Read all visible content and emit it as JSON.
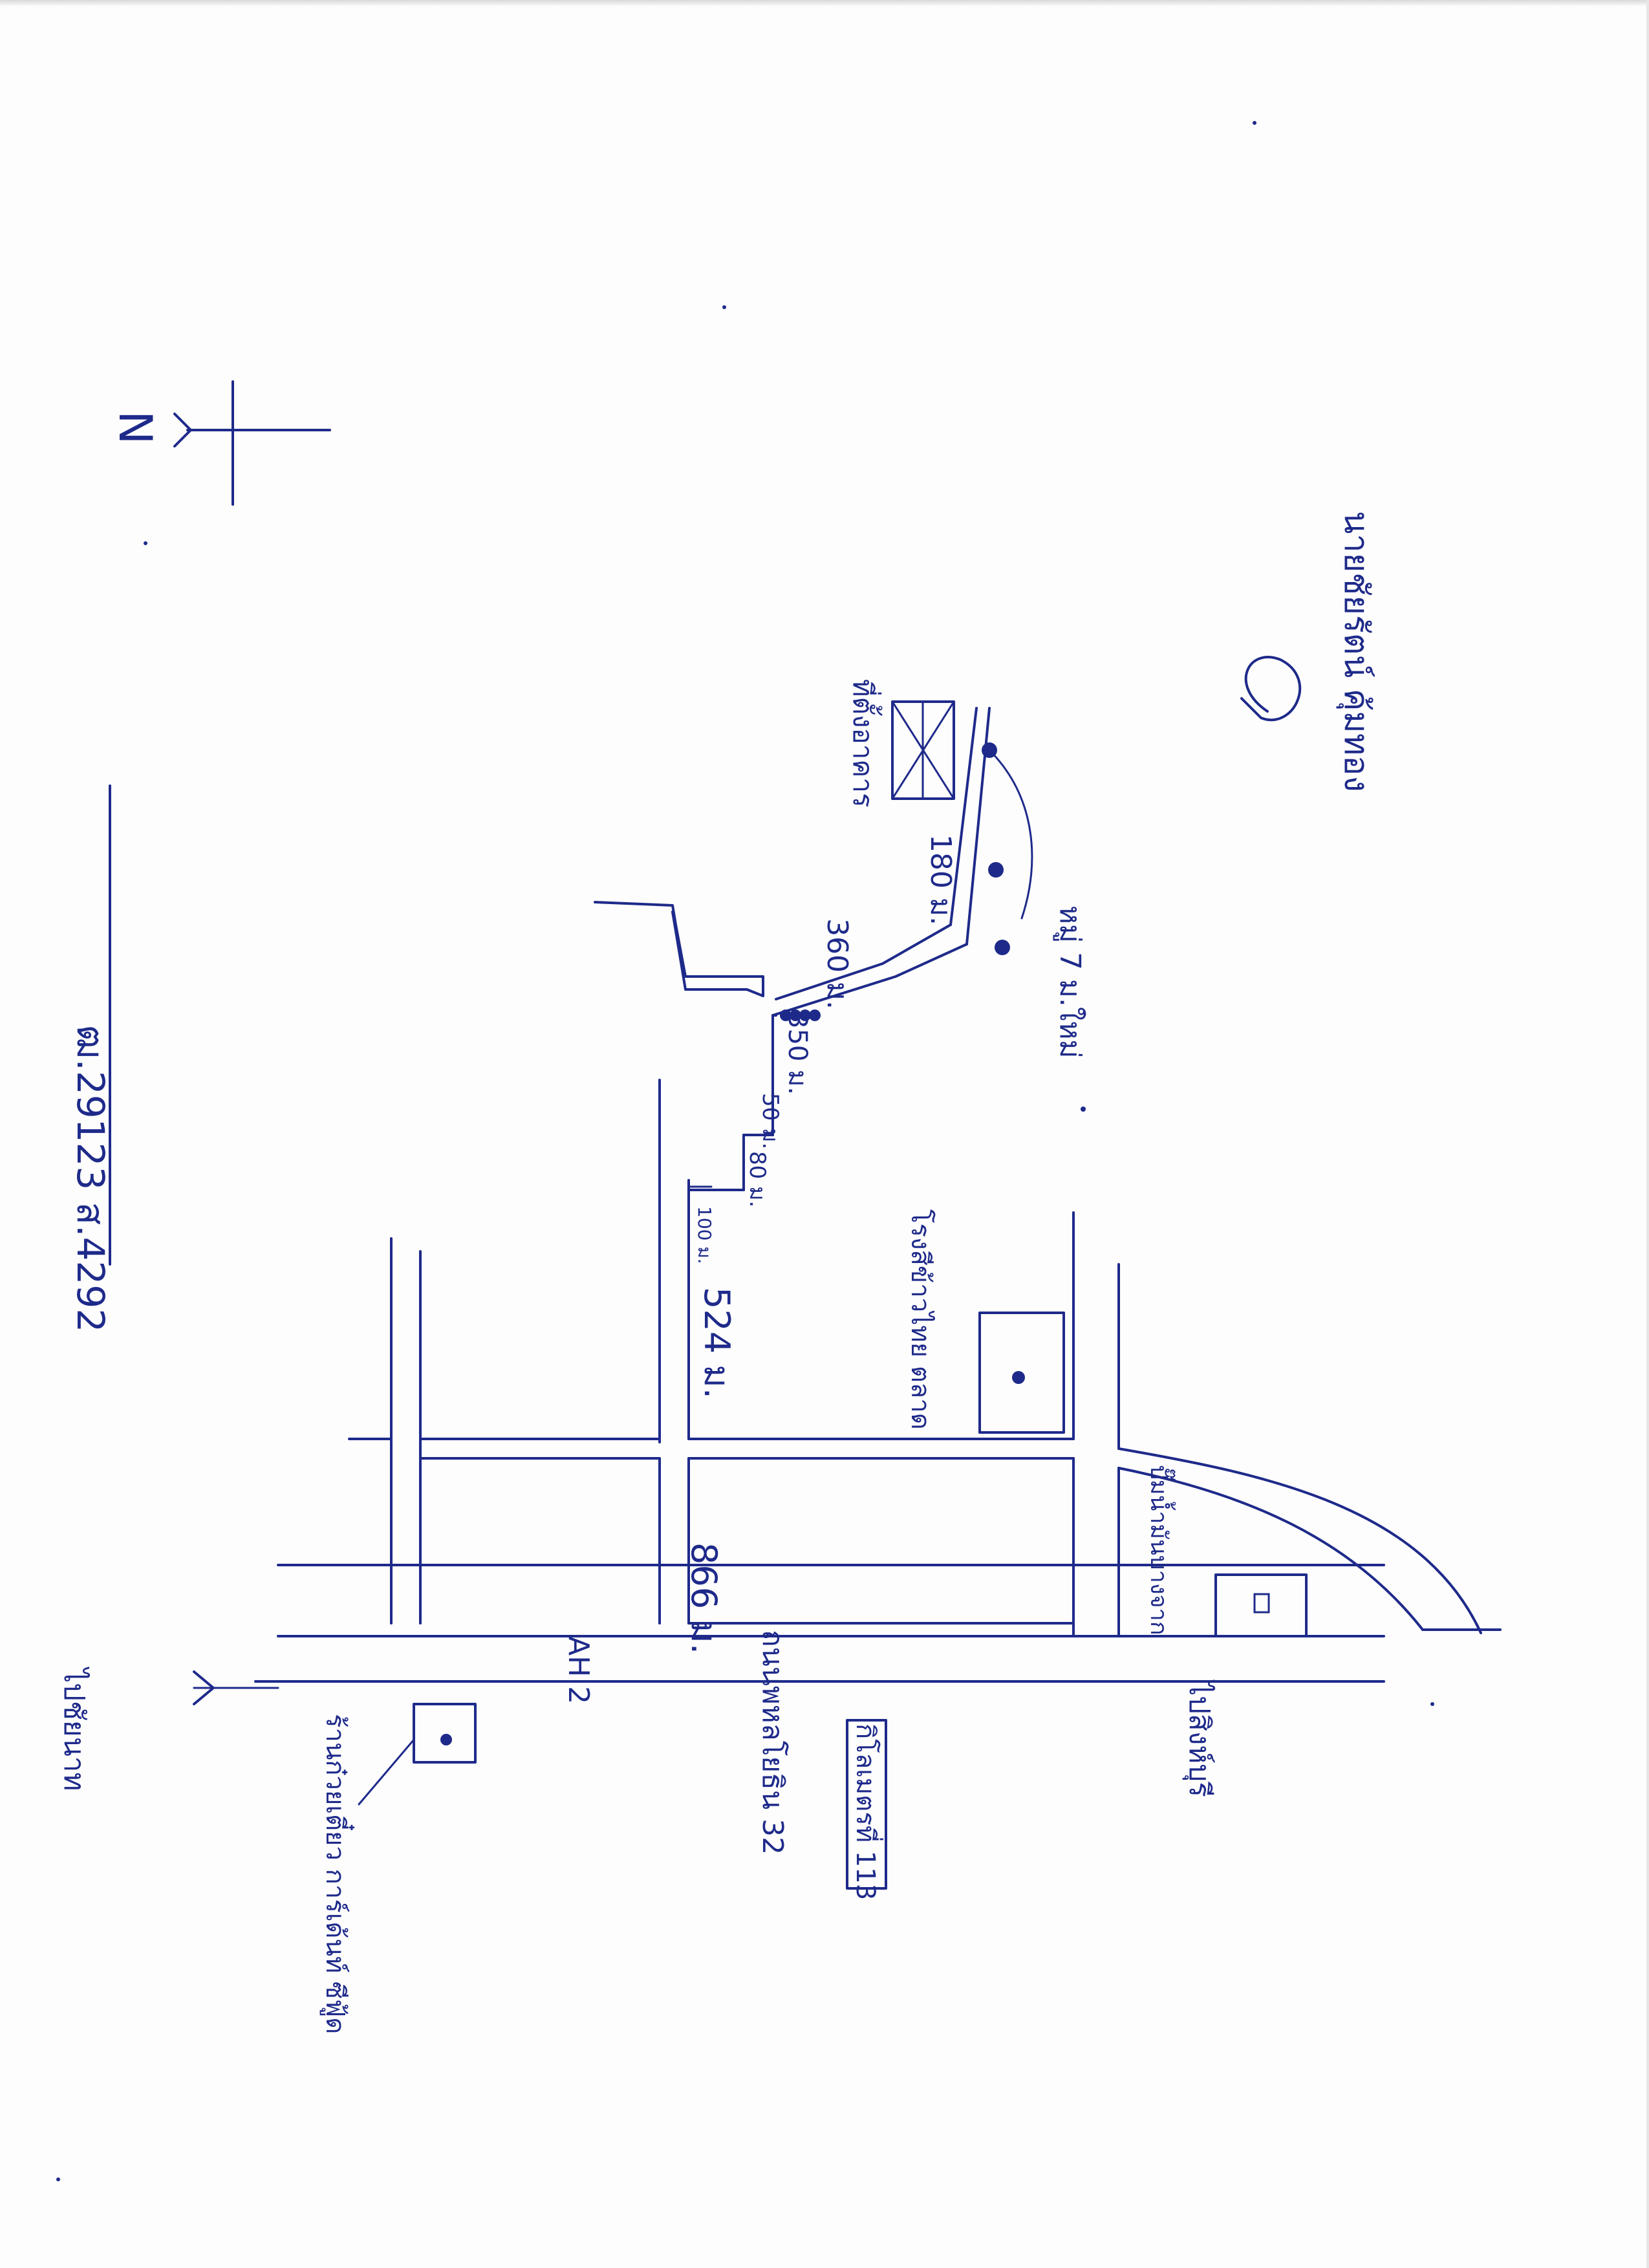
{
  "north_label": "N",
  "title": "ฒ.29123 ส.4292",
  "labels": {
    "highway_ah12": "AH 2",
    "highway_32": "ถนนพหลโยธิน 32",
    "to_chainat": "ไปชัยนาท",
    "to_singburi": "ไปสิงห์บุรี",
    "km_marker": "กิโลเมตรที่ 113",
    "shop_left": "ร้านก๋วยเตี๋ยว การ์เด้นท์ ซีฟู้ด",
    "factory": "โรงสีข้าวไทย ตลาด",
    "gas_station": "ปั๊มน้ำมันบางจาก",
    "village": "หมู่ 7 ม.ใหม่",
    "target": "ที่ตั้งอาคาร",
    "signer": "นายชัยรัตน์ คุ้มทอง",
    "m866": "866 ม.",
    "m524": "524 ม.",
    "m100": "100 ม.",
    "m80": "80 ม.",
    "m50": "50 ม.",
    "m350": "350 ม.",
    "m360": "360 ม.",
    "m180": "180 ม."
  },
  "colors": {
    "ink": "#1e2a8a",
    "paper": "#fdfdfd"
  }
}
